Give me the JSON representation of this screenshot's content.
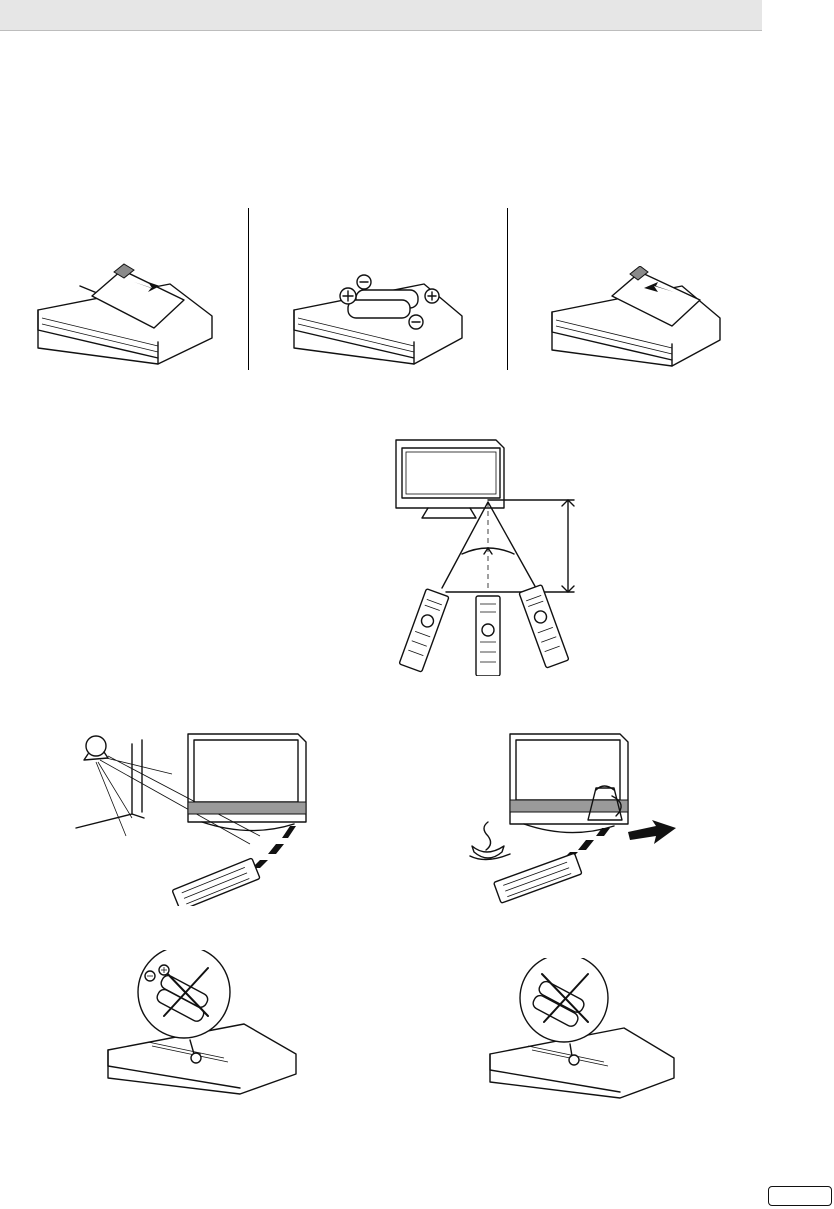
{
  "page": {
    "header": {
      "text": ""
    },
    "page_tab": {
      "text": ""
    }
  },
  "illustrations": [
    {
      "icon": "remote-open-battery-cover"
    },
    {
      "icon": "insert-batteries-polarity"
    },
    {
      "icon": "remote-close-battery-cover"
    },
    {
      "icon": "remote-operating-angle"
    },
    {
      "icon": "avoid-direct-sunlight"
    },
    {
      "icon": "avoid-steam-heat"
    },
    {
      "icon": "do-not-mix-batteries"
    },
    {
      "icon": "remove-used-batteries"
    }
  ]
}
